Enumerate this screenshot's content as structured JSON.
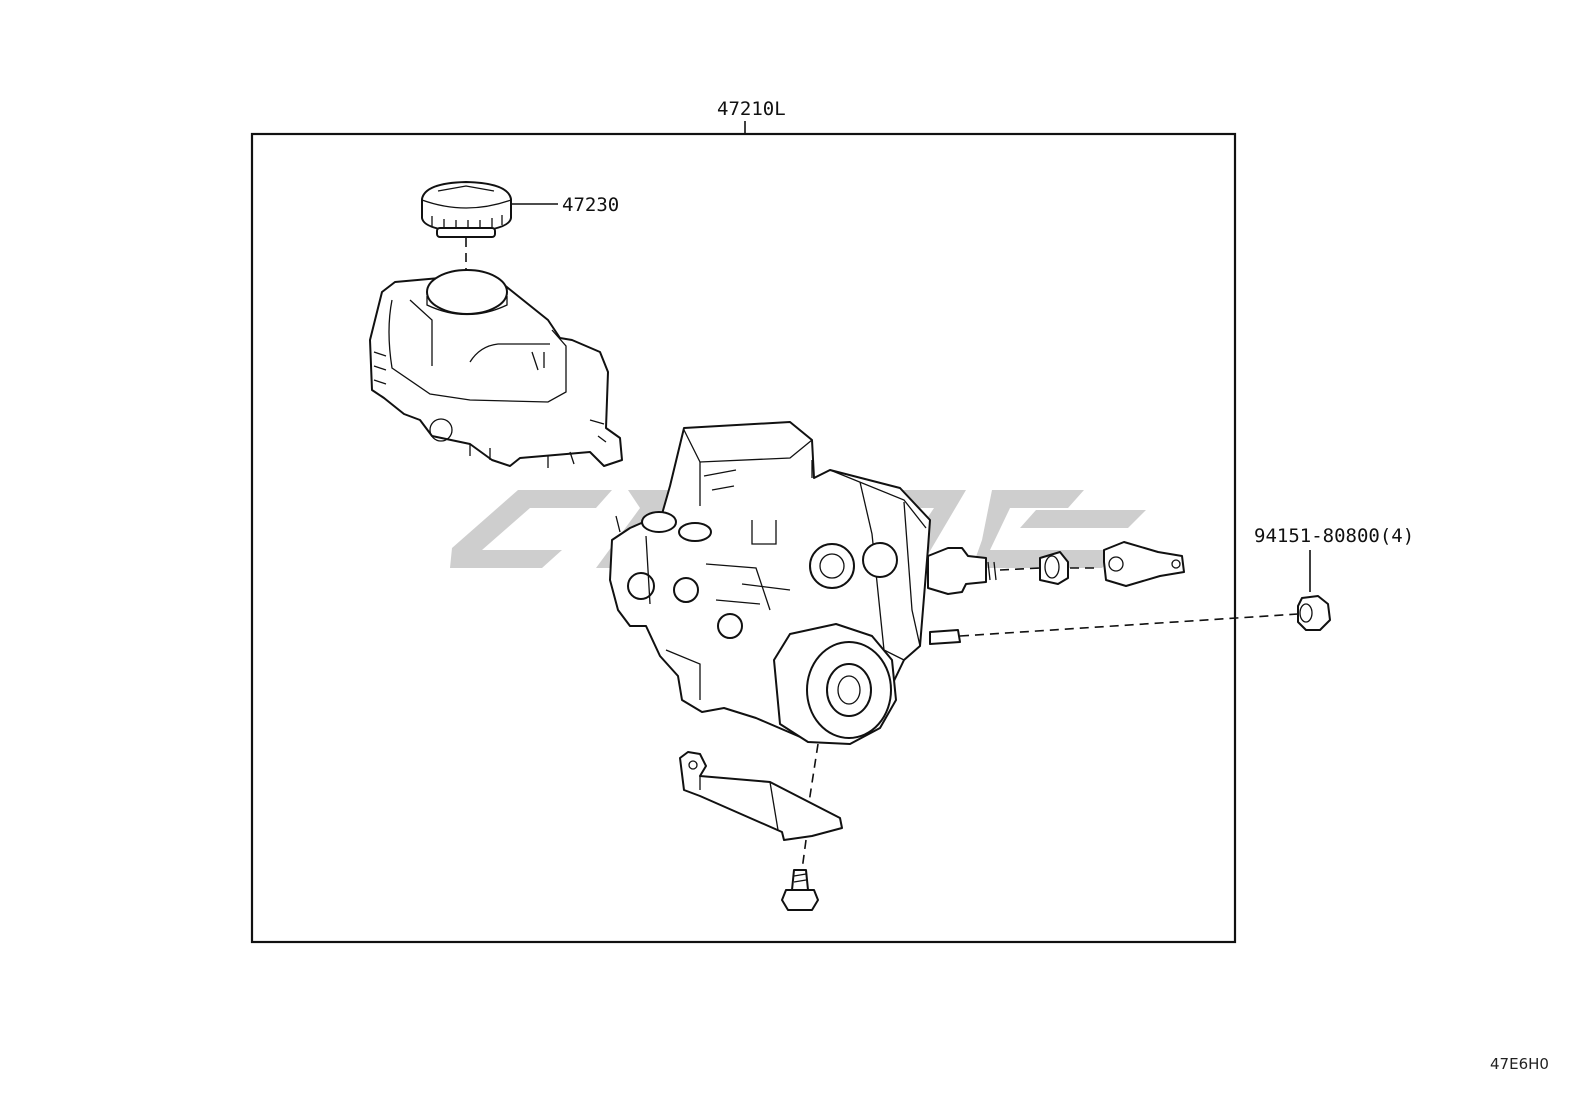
{
  "callouts": {
    "assembly": "47210L",
    "reservoir_cap": "47230",
    "nut": "94151-80800(4)"
  },
  "diagram_code": "47E6H0",
  "watermark_color": "#c9c9c9"
}
